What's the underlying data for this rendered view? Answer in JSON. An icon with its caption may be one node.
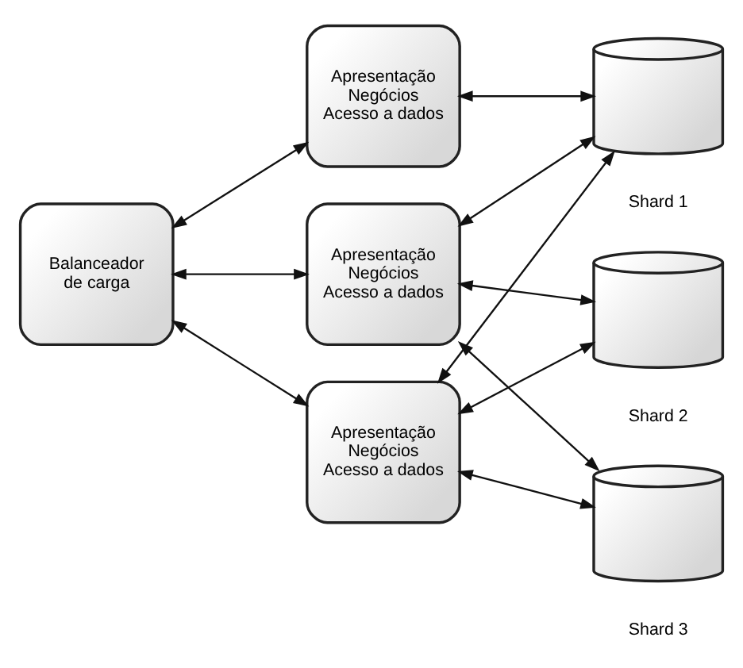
{
  "diagram": {
    "nodes": [
      {
        "text": [
          "Balanceador de carga"
        ]
      },
      {
        "text": [
          "Apresentação",
          "Negócios",
          "Acesso a dados"
        ]
      },
      {
        "text": [
          "Apresentação",
          "Negócios",
          "Acesso a dados"
        ]
      },
      {
        "text": [
          "Apresentação",
          "Negócios",
          "Acesso a dados"
        ]
      },
      {
        "text": [],
        "shape": "cylinder",
        "beside": [
          "Shard 1"
        ]
      },
      {
        "text": [],
        "shape": "cylinder",
        "beside": [
          "Shard 2"
        ]
      },
      {
        "text": [],
        "shape": "cylinder",
        "beside": [
          "Shard 3"
        ]
      }
    ],
    "edges": [
      {
        "from": 0,
        "to": 1,
        "arrow": "both"
      },
      {
        "from": 0,
        "to": 2,
        "arrow": "both"
      },
      {
        "from": 0,
        "to": 3,
        "arrow": "both"
      },
      {
        "from": 1,
        "to": 4,
        "arrow": "both"
      },
      {
        "from": 2,
        "to": 4,
        "arrow": "both"
      },
      {
        "from": 2,
        "to": 5,
        "arrow": "both"
      },
      {
        "from": 2,
        "to": 6,
        "arrow": "both"
      },
      {
        "from": 3,
        "to": 4,
        "arrow": "both"
      },
      {
        "from": 3,
        "to": 5,
        "arrow": "both"
      },
      {
        "from": 3,
        "to": 6,
        "arrow": "both"
      }
    ]
  }
}
